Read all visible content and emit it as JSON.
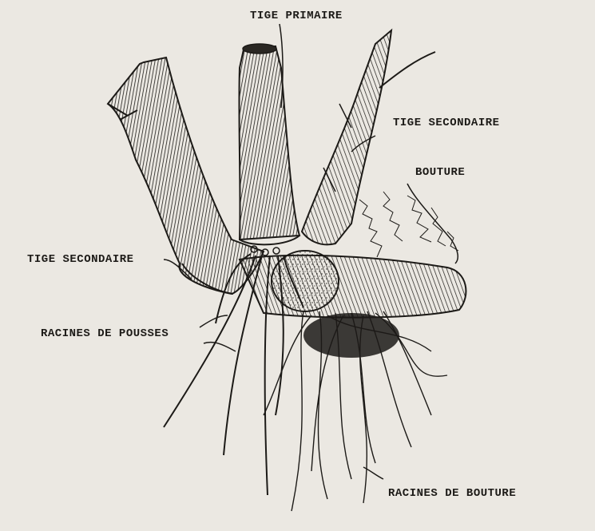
{
  "labels": {
    "tige_primaire": "TIGE PRIMAIRE",
    "tige_secondaire_right": "TIGE SECONDAIRE",
    "bouture": "BOUTURE",
    "tige_secondaire_left": "TIGE SECONDAIRE",
    "racines_de_pousses": "RACINES DE POUSSES",
    "racines_de_bouture": "RACINES DE BOUTURE"
  },
  "colors": {
    "paper": "#ebe8e2",
    "ink": "#1c1a17"
  }
}
